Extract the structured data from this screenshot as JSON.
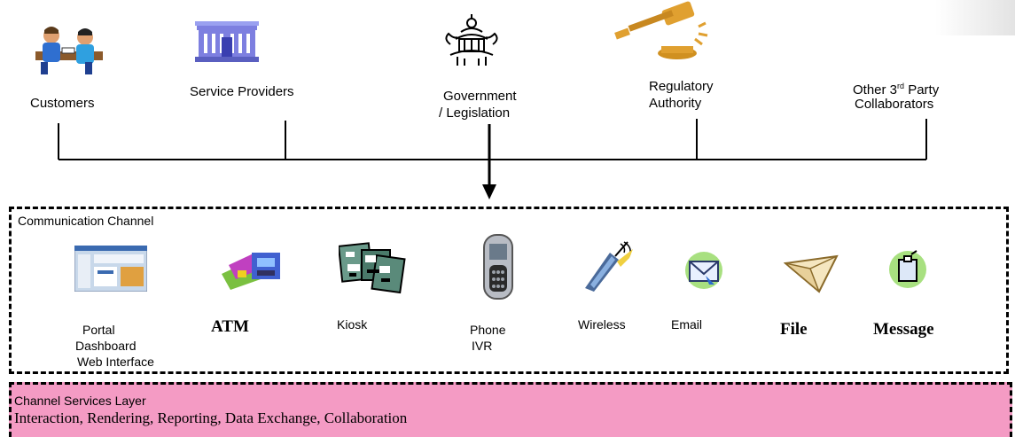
{
  "stakeholders": {
    "customers": "Customers",
    "service_providers": "Service Providers",
    "government_line1": "Government",
    "government_line2": "/ Legislation",
    "regulatory_line1": "Regulatory",
    "regulatory_line2": "Authority",
    "other_line1_pre": "Other 3",
    "other_line1_sup": "rd",
    "other_line1_post": " Party",
    "other_line2": "Collaborators"
  },
  "channel": {
    "title": "Communication Channel",
    "portal_line1": "Portal",
    "portal_line2": "Dashboard",
    "portal_line3": "Web Interface",
    "atm": "ATM",
    "kiosk": "Kiosk",
    "phone_line1": "Phone",
    "phone_line2": "IVR",
    "wireless": "Wireless",
    "email": "Email",
    "file": "File",
    "message": "Message"
  },
  "services": {
    "title": "Channel Services Layer",
    "items": "Interaction, Rendering, Reporting, Data Exchange, Collaboration"
  },
  "colors": {
    "services_bg": "#f49bc4",
    "building": "#7d7fe0",
    "gavel": "#e0a030"
  },
  "icons": [
    "customers-icon",
    "building-icon",
    "government-icon",
    "gavel-icon",
    "portal-icon",
    "atm-icon",
    "kiosk-icon",
    "phone-icon",
    "wireless-icon",
    "email-icon",
    "file-icon",
    "message-icon"
  ]
}
